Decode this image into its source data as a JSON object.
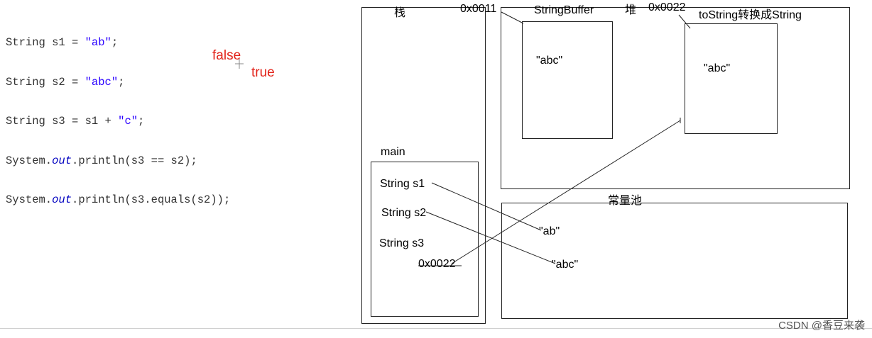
{
  "code": {
    "lines": [
      {
        "p1": "String s1 = ",
        "str": "\"ab\"",
        "p2": ";"
      },
      {
        "p1": "String s2 = ",
        "str": "\"abc\"",
        "p2": ";"
      },
      {
        "p1": "String s3 = s1 + ",
        "str": "\"c\"",
        "p2": ";"
      },
      {
        "p1": "System.",
        "fld": "out",
        "p2": ".println(s3 == s2);"
      },
      {
        "p1": "System.",
        "fld": "out",
        "p2": ".println(s3.equals(s2));"
      }
    ],
    "annotations": {
      "line4": "false",
      "line5": "true"
    }
  },
  "stack": {
    "title": "栈",
    "frame_label": "main"
  },
  "main_frame": {
    "s1": "String s1",
    "s2": "String s2",
    "s3": "String s3",
    "s3_ref": "0x0022"
  },
  "heap": {
    "title": "堆",
    "obj1": {
      "address": "0x0011",
      "type": "StringBuffer",
      "value": "\"abc\""
    },
    "obj2": {
      "address": "0x0022",
      "type": "toString转换成String",
      "value": "\"abc\""
    }
  },
  "pool": {
    "title": "常量池",
    "ab": "\"ab\"",
    "abc": "\"abc\""
  },
  "watermark": "CSDN @香豆来袭",
  "colors": {
    "annotation": "#e2231a",
    "string_literal": "#2a00ff",
    "field": "#0000c0",
    "line": "#222222"
  }
}
